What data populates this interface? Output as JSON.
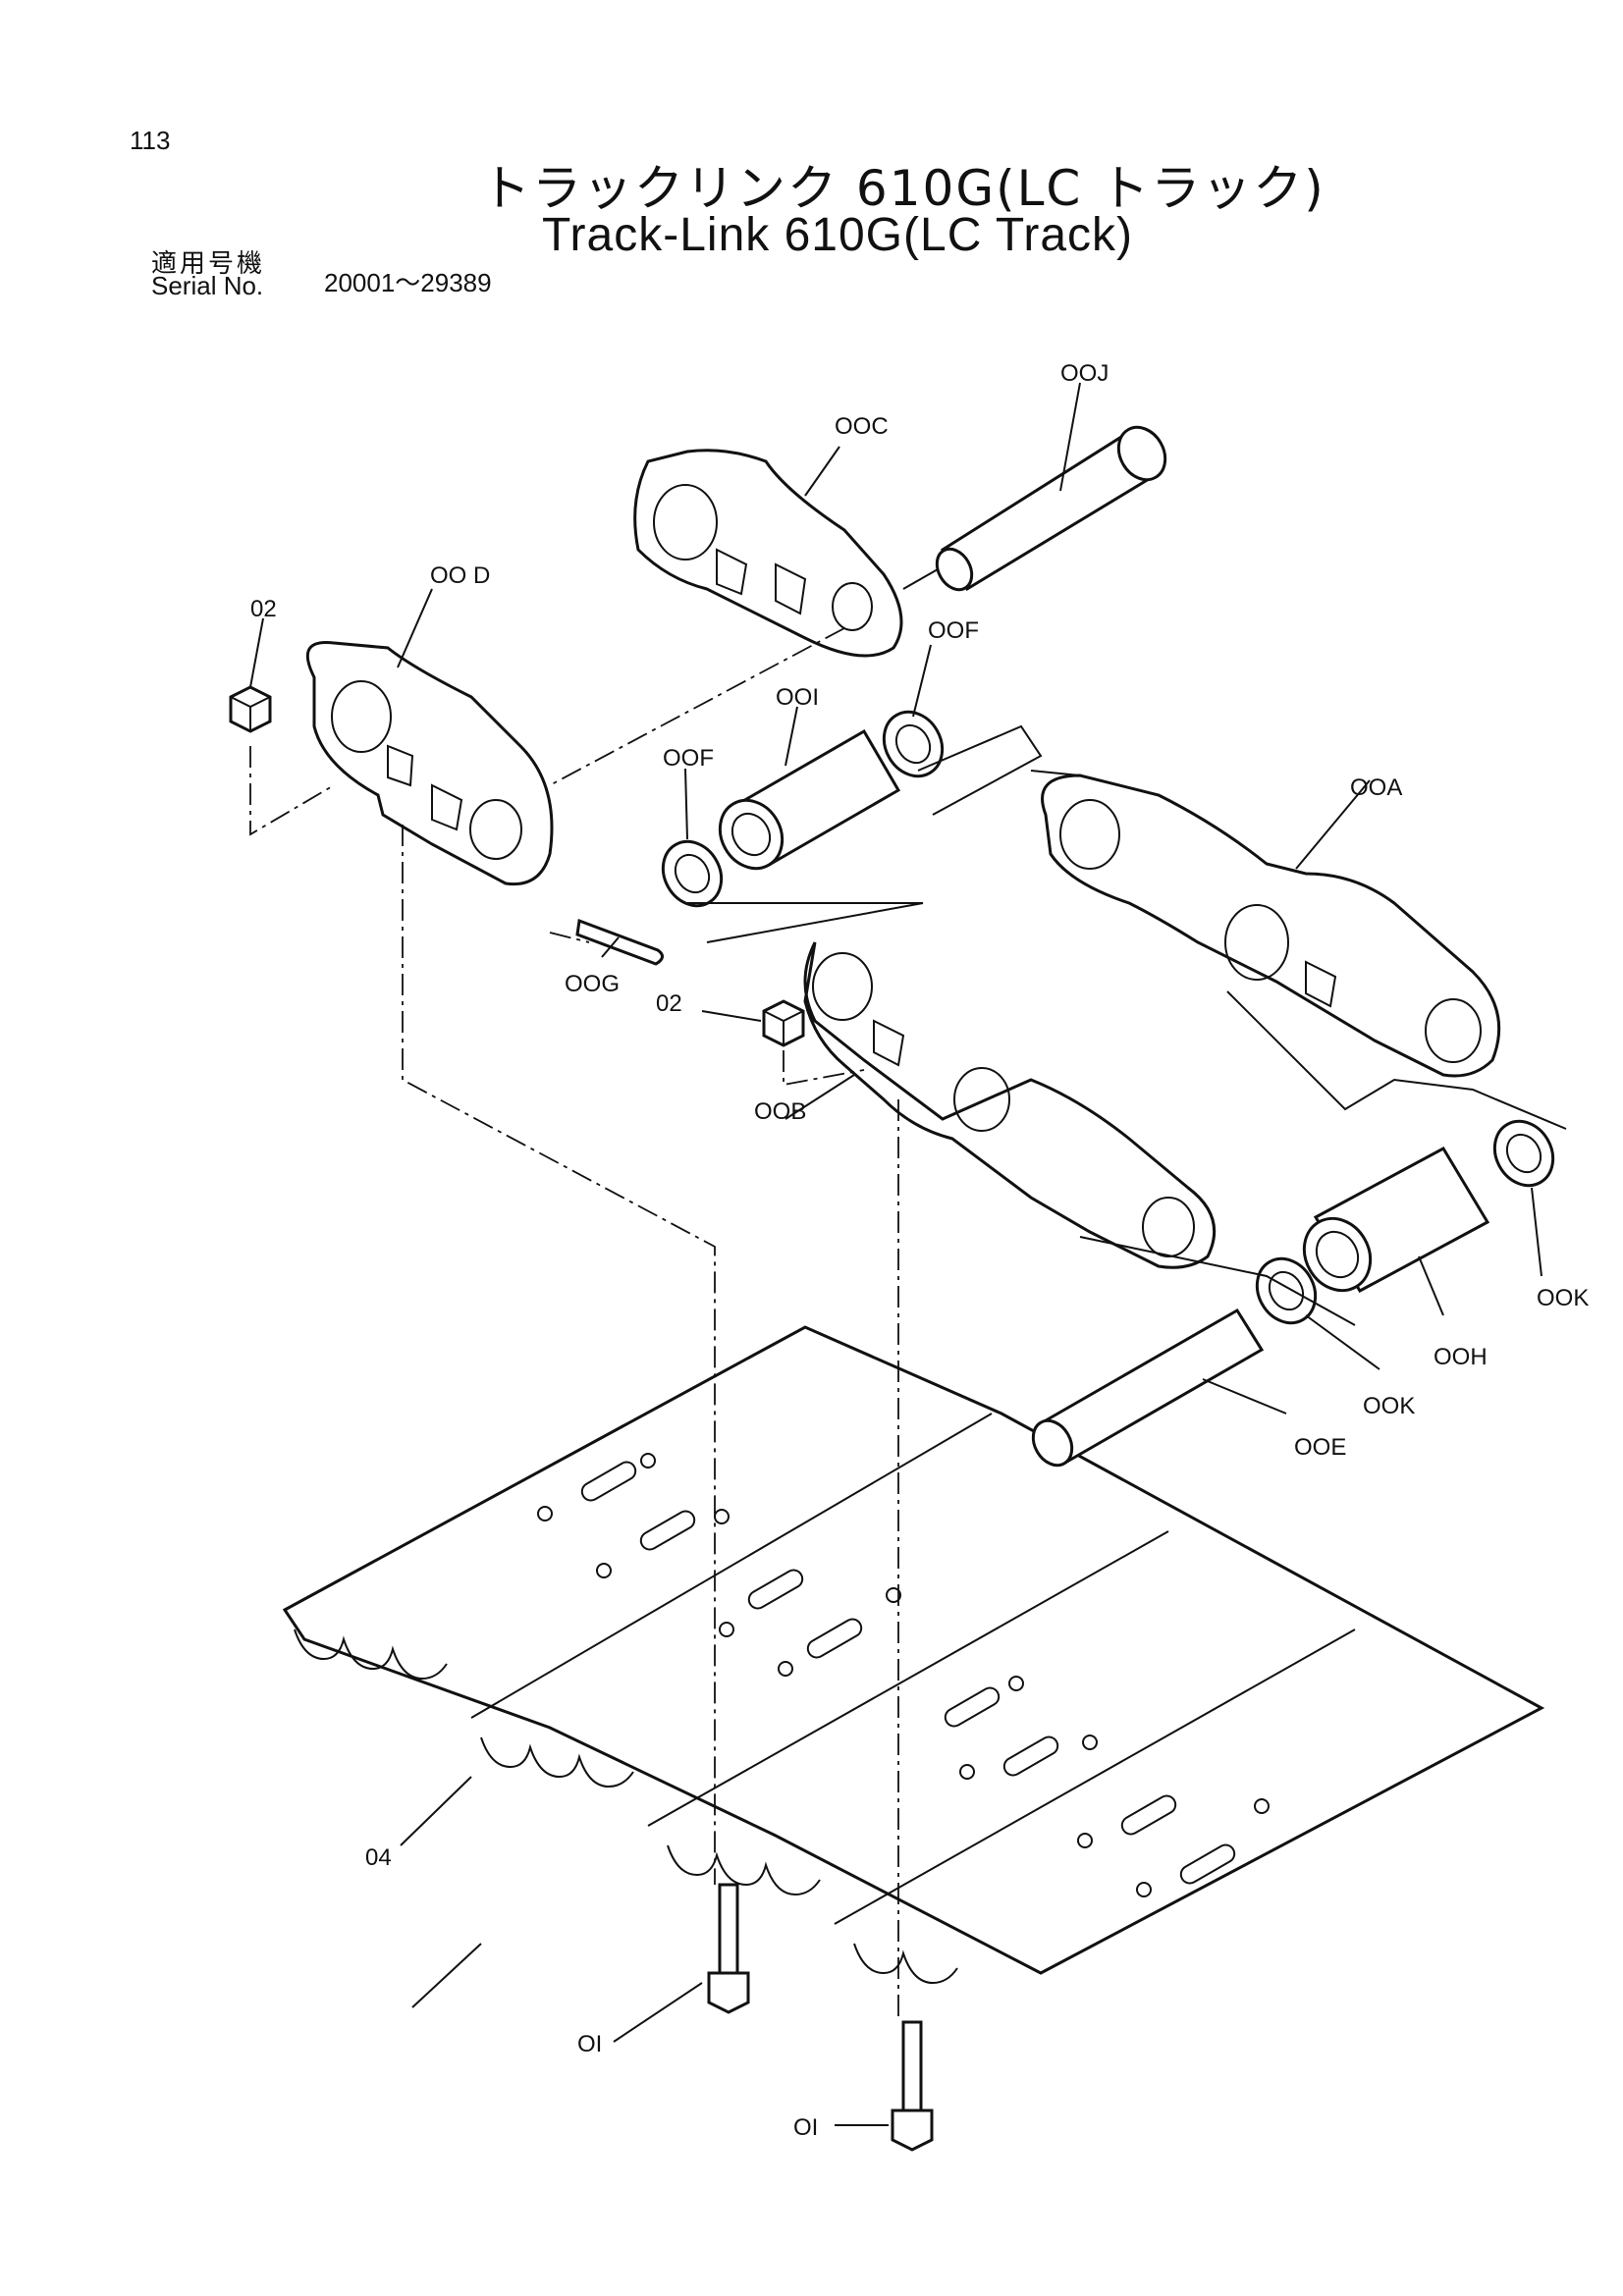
{
  "page_number": "113",
  "title_ja": "トラックリンク 610G(LC トラック)",
  "title_en": "Track-Link 610G(LC Track)",
  "serial": {
    "label_ja": "適用号機",
    "label_en": "Serial No.",
    "range": "20001～29389"
  },
  "parts": {
    "00J": "OOJ",
    "00C": "OOC",
    "00D": "OO D",
    "02_top": "02",
    "00F_right": "OOF",
    "00I": "OOI",
    "00F_left": "OOF",
    "00A": "OOA",
    "00G": "OOG",
    "02_mid": "02",
    "00B": "OOB",
    "00K_right": "OOK",
    "00H": "OOH",
    "00K_left": "OOK",
    "00E": "OOE",
    "04": "04",
    "01_left": "OI",
    "01_right": "OI"
  }
}
